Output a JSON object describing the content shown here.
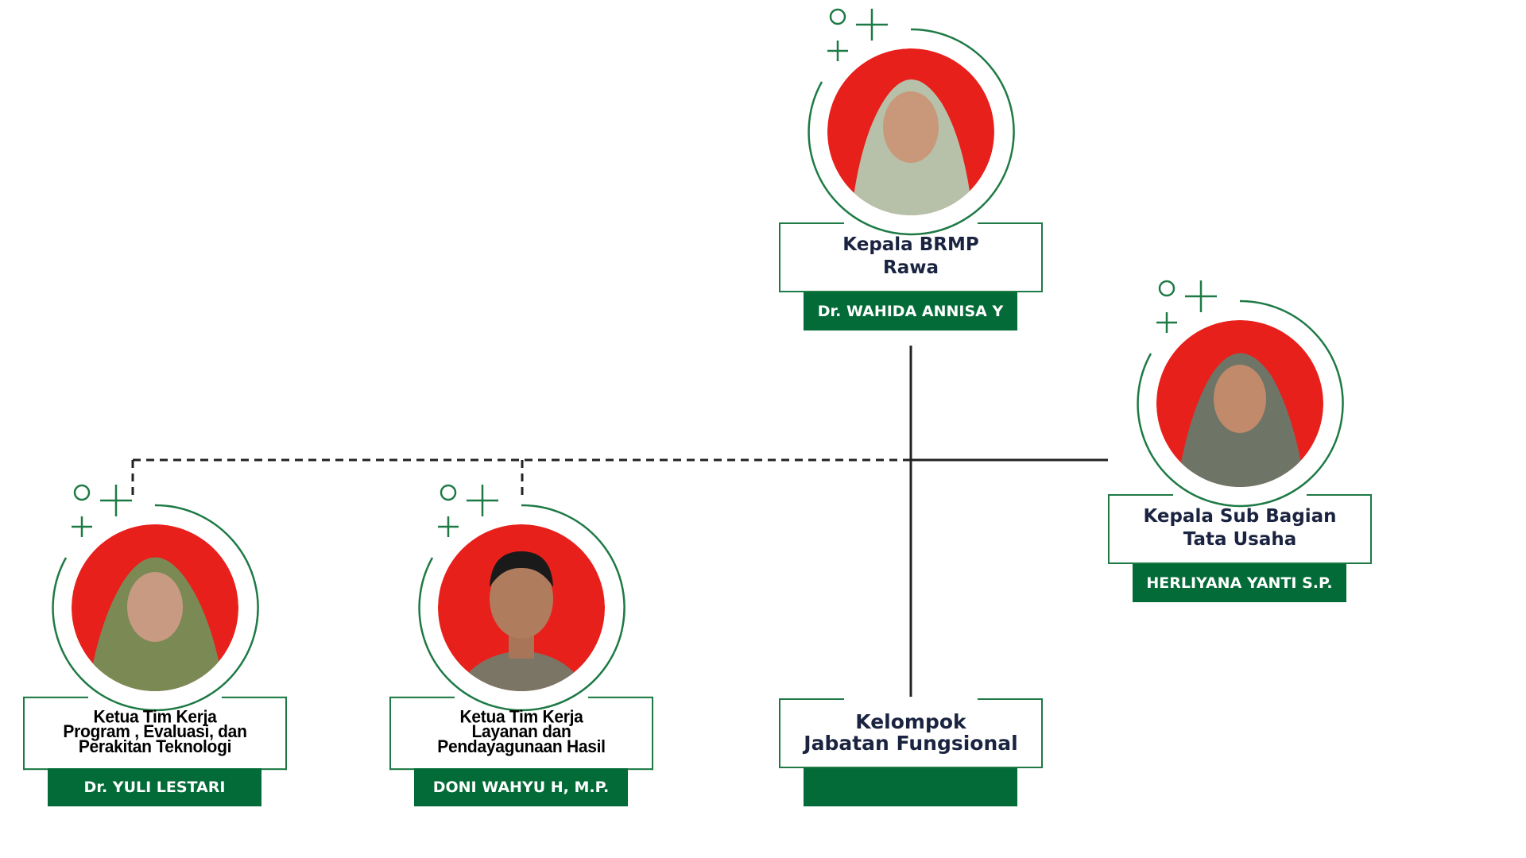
{
  "colors": {
    "green": "#036b37",
    "ring": "#1e7a45",
    "photo_bg": "#e8201c",
    "text": "#1a2340"
  },
  "nodes": {
    "head": {
      "title_lines": [
        "Kepala BRMP",
        "Rawa"
      ],
      "name": "Dr. WAHIDA ANNISA Y"
    },
    "subbag": {
      "title_lines": [
        "Kepala Sub Bagian",
        "Tata Usaha"
      ],
      "name": "HERLIYANA YANTI S.P."
    },
    "team1": {
      "title_lines": [
        "Ketua Tim Kerja",
        "Program , Evaluasi, dan",
        "Perakitan Teknologi"
      ],
      "name": "Dr. YULI LESTARI"
    },
    "team2": {
      "title_lines": [
        "Ketua Tim Kerja",
        "Layanan dan",
        "Pendayagunaan Hasil"
      ],
      "name": "DONI WAHYU H, M.P."
    },
    "fungsional": {
      "title_lines": [
        "Kelompok",
        "Jabatan Fungsional"
      ],
      "name": ""
    }
  }
}
